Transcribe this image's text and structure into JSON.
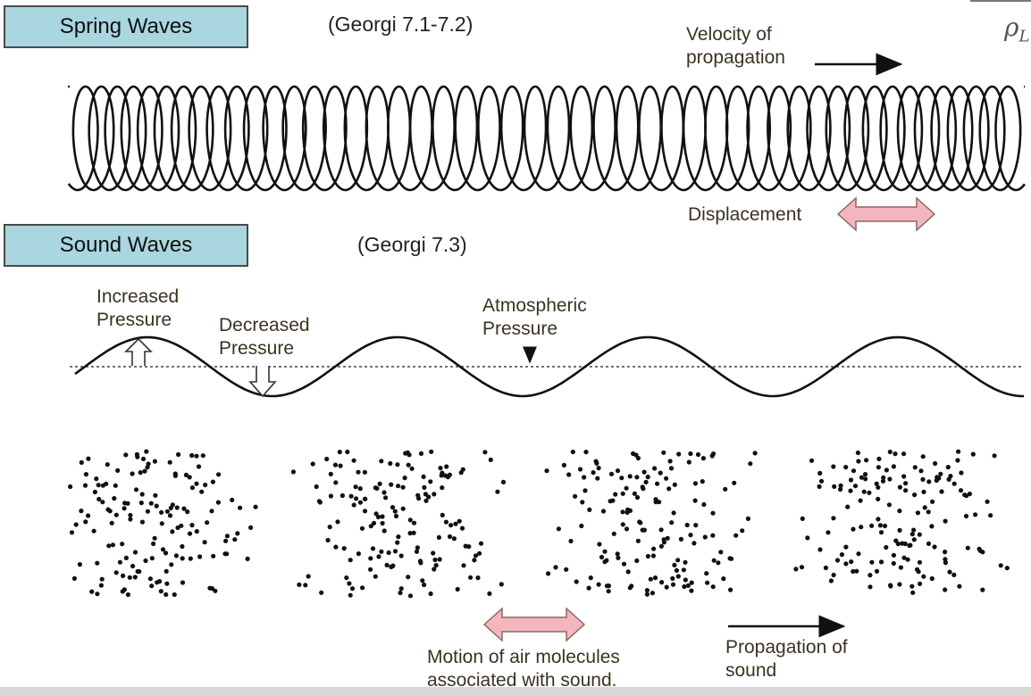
{
  "spring": {
    "title": "Spring Waves",
    "reference": "(Georgi 7.1-7.2)",
    "velocity_label": "Velocity of\npropagation",
    "displacement_label": "Displacement"
  },
  "sound": {
    "title": "Sound Waves",
    "reference": "(Georgi 7.3)",
    "increased_label": "Increased\nPressure",
    "decreased_label": "Decreased\nPressure",
    "atmospheric_label": "Atmospheric\nPressure",
    "motion_label": "Motion of air molecules\nassociated with sound.",
    "propagation_label": "Propagation of\nsound"
  },
  "formula_glyph": "ρ",
  "formula_sub": "L",
  "colors": {
    "title_fill": "#a9d6df",
    "arrow_pink": "#f4b6be",
    "label_text": "#3b3320"
  }
}
